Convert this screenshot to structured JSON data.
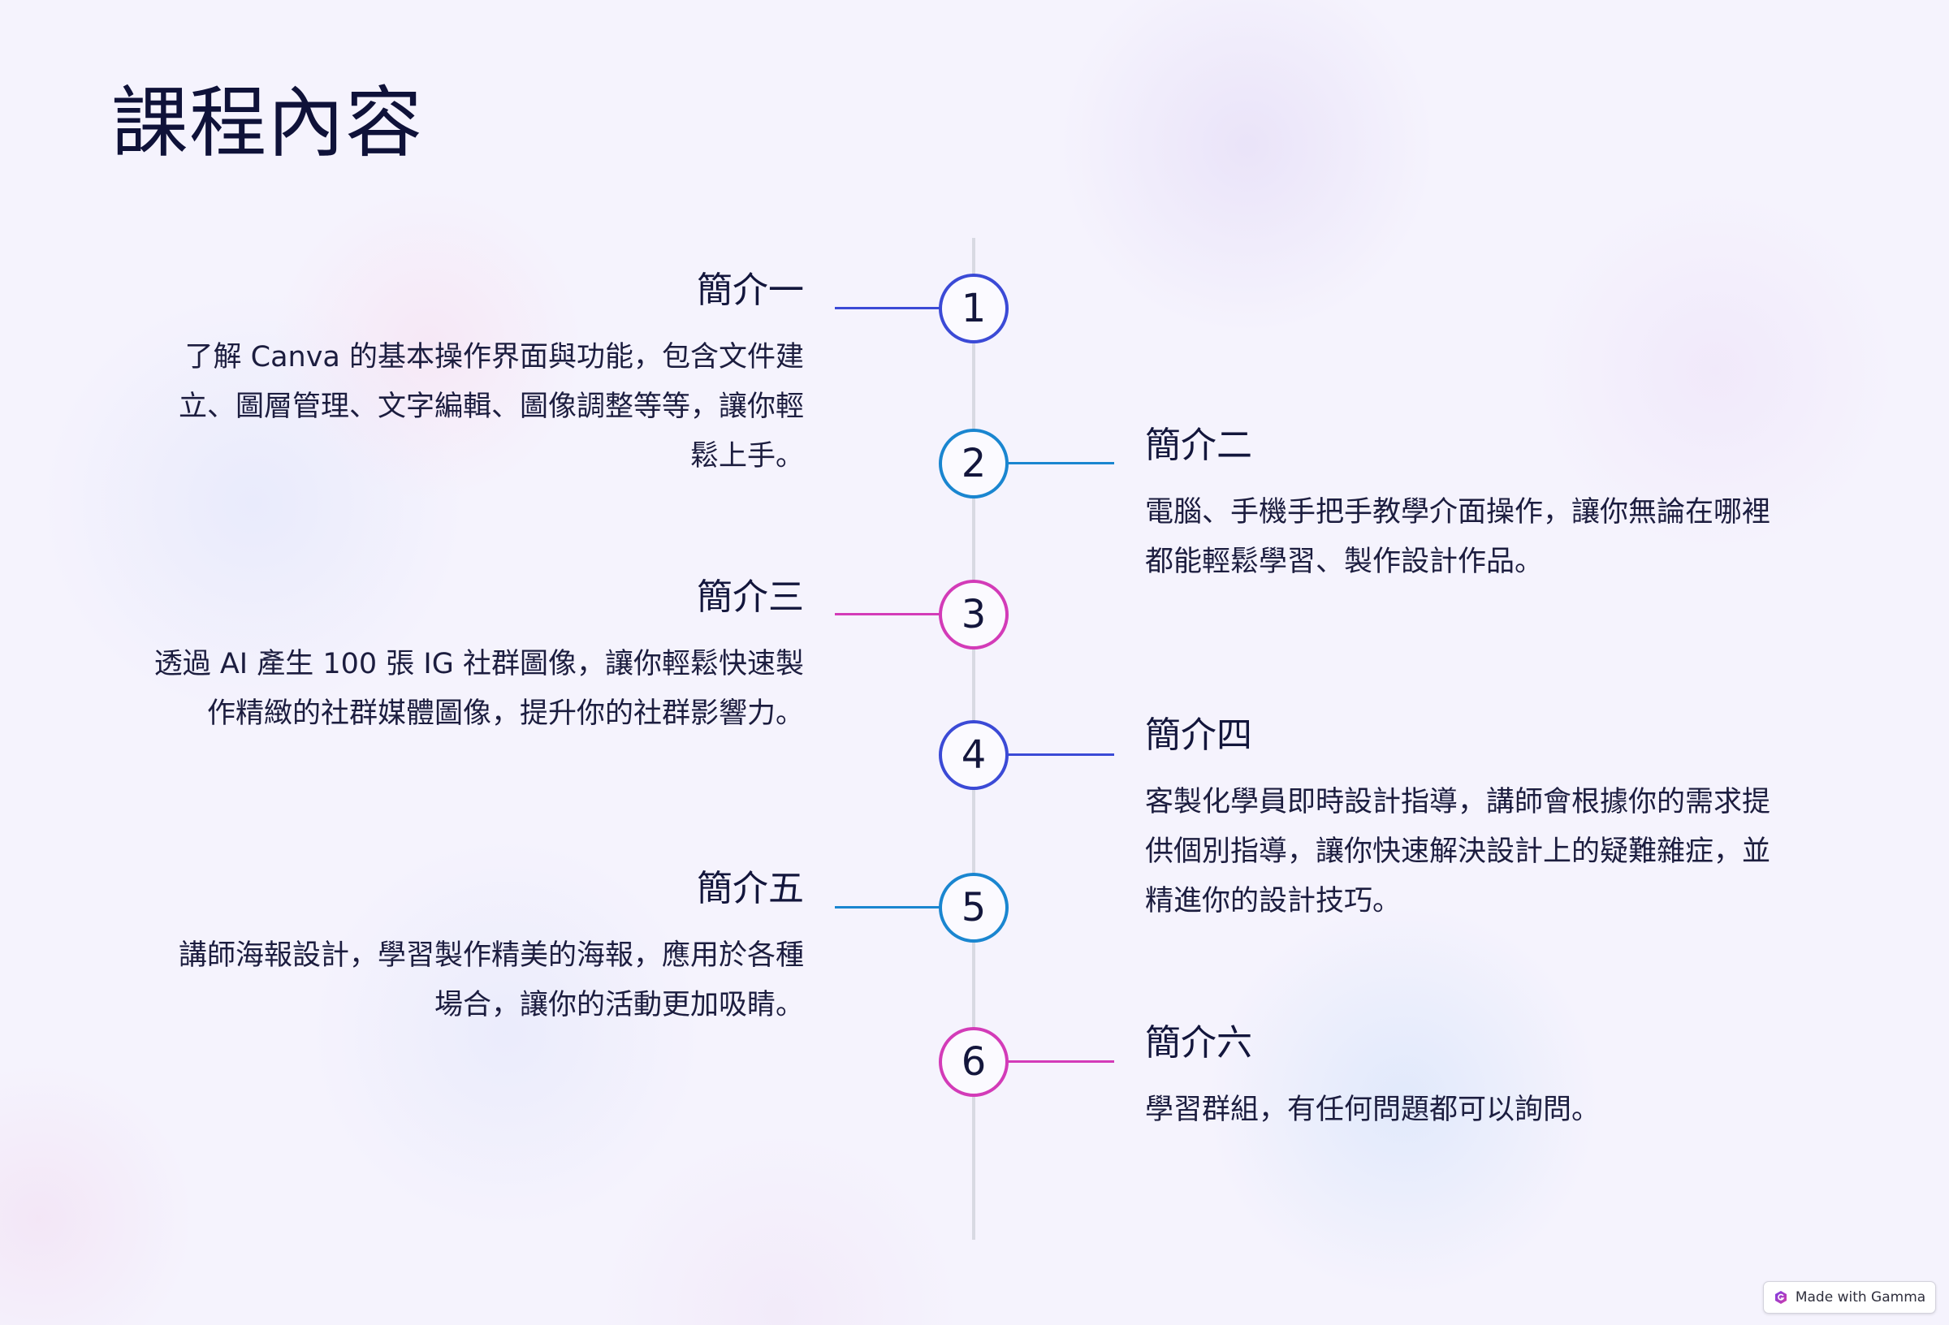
{
  "page": {
    "title": "課程內容"
  },
  "timeline": {
    "items": [
      {
        "number": "1",
        "title": "簡介一",
        "lines": [
          "了解 Canva 的基本操作界面與功能，包含文件建",
          "立、圖層管理、文字編輯、圖像調整等等，讓你輕",
          "鬆上手。"
        ],
        "accent": "#3b4ad6"
      },
      {
        "number": "2",
        "title": "簡介二",
        "lines": [
          "電腦、手機手把手教學介面操作，讓你無論在哪裡",
          "都能輕鬆學習、製作設計作品。"
        ],
        "accent": "#1a86d0"
      },
      {
        "number": "3",
        "title": "簡介三",
        "lines": [
          "透過 AI 產生 100 張 IG 社群圖像，讓你輕鬆快速製",
          "作精緻的社群媒體圖像，提升你的社群影響力。"
        ],
        "accent": "#d33bb8"
      },
      {
        "number": "4",
        "title": "簡介四",
        "lines": [
          "客製化學員即時設計指導，講師會根據你的需求提",
          "供個別指導，讓你快速解決設計上的疑難雜症，並",
          "精進你的設計技巧。"
        ],
        "accent": "#3b4ad6"
      },
      {
        "number": "5",
        "title": "簡介五",
        "lines": [
          "講師海報設計，學習製作精美的海報，應用於各種",
          "場合，讓你的活動更加吸睛。"
        ],
        "accent": "#1a86d0"
      },
      {
        "number": "6",
        "title": "簡介六",
        "lines": [
          "學習群組，有任何問題都可以詢問。"
        ],
        "accent": "#d33bb8"
      }
    ]
  },
  "badge": {
    "label": "Made with Gamma",
    "icon": "gamma-logo-icon"
  }
}
